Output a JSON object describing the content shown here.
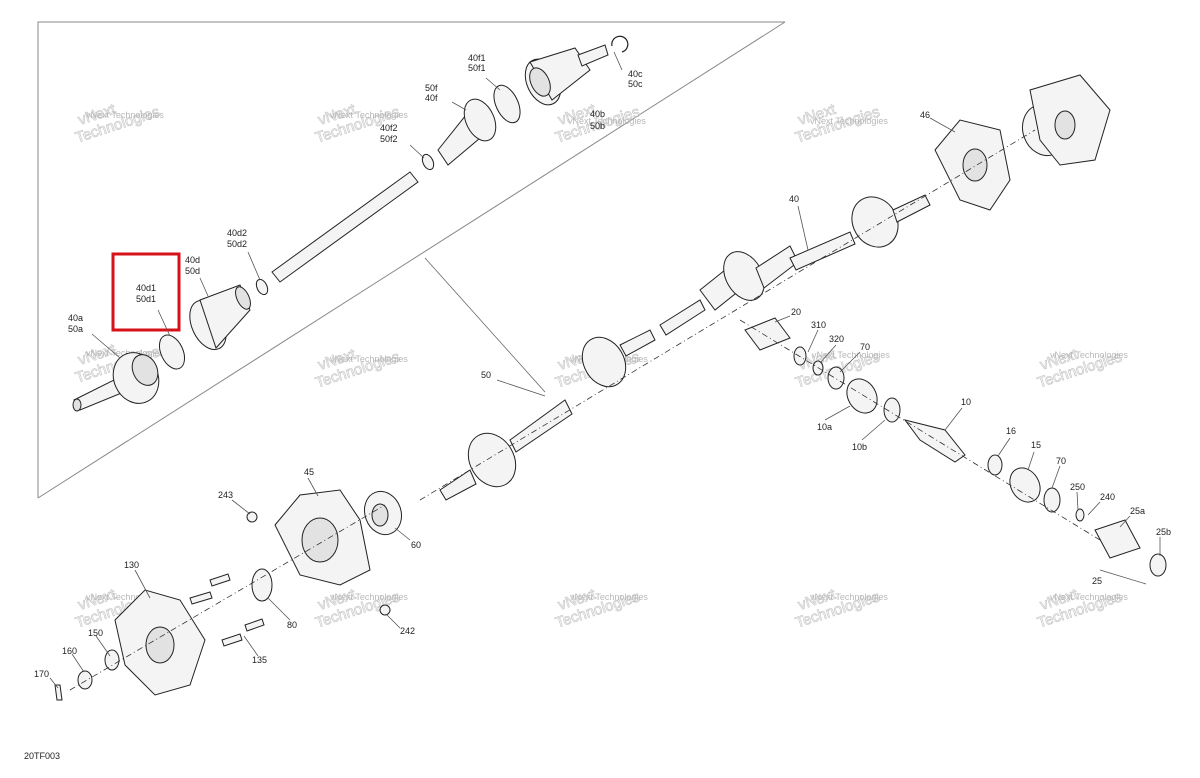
{
  "diagram_code": "20TF003",
  "highlight_color": "#d6111a",
  "highlighted_labels": [
    "40d1",
    "50d1"
  ],
  "watermark": {
    "line1": "vNext",
    "line2": "Technologies",
    "full": "vNext Technologies"
  },
  "labels": {
    "l40c": "40c",
    "l50c": "50c",
    "l40f1": "40f1",
    "l50f1": "50f1",
    "l50f": "50f",
    "l40f": "40f",
    "l40f2": "40f2",
    "l50f2": "50f2",
    "l40b": "40b",
    "l50b": "50b",
    "l40d2": "40d2",
    "l50d2": "50d2",
    "l40d": "40d",
    "l50d": "50d",
    "l40d1": "40d1",
    "l50d1": "50d1",
    "l40a": "40a",
    "l50a": "50a",
    "l46": "46",
    "l40": "40",
    "l20": "20",
    "l310": "310",
    "l320": "320",
    "l70a": "70",
    "l50": "50",
    "l10": "10",
    "l10a": "10a",
    "l10b": "10b",
    "l16": "16",
    "l15": "15",
    "l70b": "70",
    "l250": "250",
    "l240": "240",
    "l25a": "25a",
    "l25b": "25b",
    "l25": "25",
    "l45": "45",
    "l243": "243",
    "l60": "60",
    "l130": "130",
    "l80": "80",
    "l242": "242",
    "l150": "150",
    "l160": "160",
    "l135": "135",
    "l170": "170"
  }
}
